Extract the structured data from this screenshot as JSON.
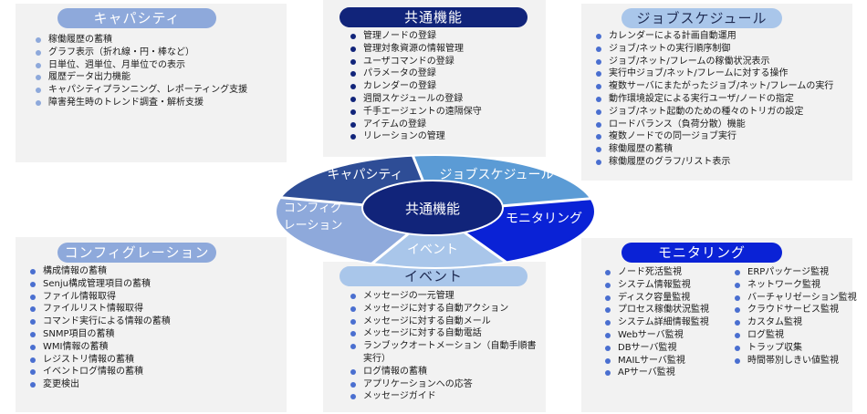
{
  "capacity": {
    "title": "キャパシティ",
    "items": [
      "稼働履歴の蓄積",
      "グラフ表示（折れ線・円・棒など）",
      "日単位、週単位、月単位での表示",
      "履歴データ出力機能",
      "キャパシティプランニング、レポーティング支援",
      "障害発生時のトレンド調査・解析支援"
    ]
  },
  "common": {
    "title": "共通機能",
    "items": [
      "管理ノードの登録",
      "管理対象資源の情報管理",
      "ユーザコマンドの登録",
      "パラメータの登録",
      "カレンダーの登録",
      "週間スケジュールの登録",
      "千手エージェントの遠隔保守",
      "アイテムの登録",
      "リレーションの管理"
    ]
  },
  "job": {
    "title": "ジョブスケジュール",
    "items": [
      "カレンダーによる計画自動運用",
      "ジョブ/ネットの実行順序制御",
      "ジョブ/ネット/フレームの稼働状況表示",
      "実行中ジョブ/ネット/フレームに対する操作",
      "複数サーバにまたがったジョブ/ネット/フレームの実行",
      "動作環境設定による実行ユーザ/ノードの指定",
      "ジョブ/ネット起動のための種々のトリガの設定",
      "ロードバランス（負荷分散）機能",
      "複数ノードでの同一ジョブ実行",
      "稼働履歴の蓄積",
      "稼働履歴のグラフ/リスト表示"
    ]
  },
  "config": {
    "title": "コンフィグレーション",
    "items": [
      "構成情報の蓄積",
      "Senju構成管理項目の蓄積",
      "ファイル情報取得",
      "ファイルリスト情報取得",
      "コマンド実行による情報の蓄積",
      "SNMP項目の蓄積",
      "WMI情報の蓄積",
      "レジストリ情報の蓄積",
      "イベントログ情報の蓄積",
      "変更検出"
    ]
  },
  "event": {
    "title": "イベント",
    "items": [
      "メッセージの一元管理",
      "メッセージに対する自動アクション",
      "メッセージに対する自動メール",
      "メッセージに対する自動電話",
      "ランブックオートメーション（自動手順書実行）",
      "ログ情報の蓄積",
      "アプリケーションへの応答",
      "メッセージガイド"
    ]
  },
  "monitoring": {
    "title": "モニタリング",
    "items_left": [
      "ノード死活監視",
      "システム情報監視",
      "ディスク容量監視",
      "プロセス稼働状況監視",
      "システム詳細情報監視",
      "Webサーバ監視",
      "DBサーバ監視",
      "MAILサーバ監視",
      "APサーバ監視"
    ],
    "items_right": [
      "ERPパッケージ監視",
      "ネットワーク監視",
      "バーチャリゼーション監視",
      "クラウドサービス監視",
      "カスタム監視",
      "ログ監視",
      "トラップ収集",
      "時間帯別しきい値監視"
    ]
  },
  "hub": {
    "center": "共通機能",
    "capacity": "キャパシティ",
    "job": "ジョブスケジュール",
    "monitoring": "モニタリング",
    "event": "イベント",
    "config_line1": "コンフィグ",
    "config_line2": "レーション"
  },
  "colors": {
    "capacity": "#2e4d96",
    "job": "#5b9bd5",
    "monitoring": "#0a22d6",
    "event": "#a9c6ea",
    "config": "#8ea9db",
    "center": "#11247a"
  }
}
